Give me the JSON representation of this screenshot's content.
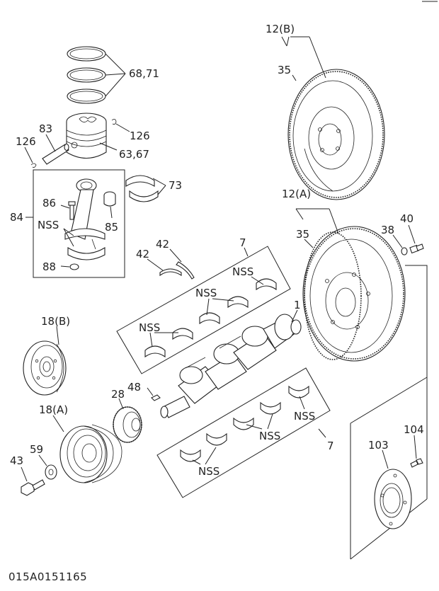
{
  "diagram_code": "015A0151165",
  "labels": {
    "flywheel_b": "12(B)",
    "flywheel_b_ring": "35",
    "flywheel_a": "12(A)",
    "flywheel_a_ring": "35",
    "washer": "38",
    "bolt_flywheel": "40",
    "rings": "68,71",
    "snap_ring_right": "126",
    "snap_ring_left": "126",
    "pin": "83",
    "piston": "63,67",
    "rod_bearing": "73",
    "rod_bolt": "86",
    "rod_assy": "84",
    "nss_rod": "NSS",
    "bushing": "85",
    "rod_nut": "88",
    "thrust_a": "42",
    "thrust_b": "42",
    "bearing_upper": "7",
    "nss_upper_1": "NSS",
    "nss_upper_2": "NSS",
    "nss_upper_3": "NSS",
    "crankshaft": "1",
    "pulley_b": "18(B)",
    "key": "48",
    "gear": "28",
    "pulley_a": "18(A)",
    "bolt_pulley": "43",
    "washer_pulley": "59",
    "nss_lower_1": "NSS",
    "nss_lower_2": "NSS",
    "nss_lower_3": "NSS",
    "bearing_lower": "7",
    "seal_retainer": "103",
    "bolt_retainer": "104"
  }
}
